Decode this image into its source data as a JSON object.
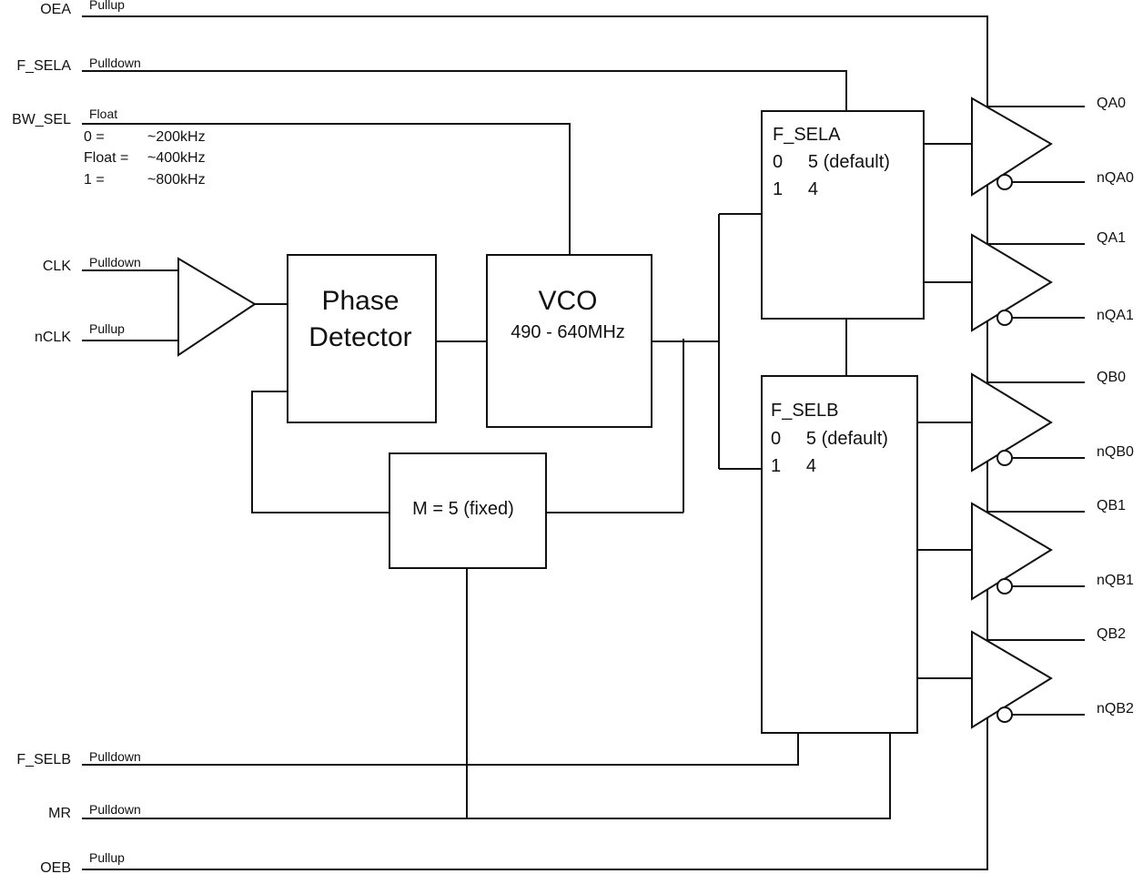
{
  "inputs": {
    "oea": {
      "name": "OEA",
      "bias": "Pullup"
    },
    "f_sela": {
      "name": "F_SELA",
      "bias": "Pulldown"
    },
    "bw_sel": {
      "name": "BW_SEL",
      "bias": "Float"
    },
    "clk": {
      "name": "CLK",
      "bias": "Pulldown"
    },
    "nclk": {
      "name": "nCLK",
      "bias": "Pullup"
    },
    "f_selb": {
      "name": "F_SELB",
      "bias": "Pulldown"
    },
    "mr": {
      "name": "MR",
      "bias": "Pulldown"
    },
    "oeb": {
      "name": "OEB",
      "bias": "Pullup"
    }
  },
  "bw_table": [
    {
      "sel": "0 =",
      "bw": "~200kHz"
    },
    {
      "sel": "Float =",
      "bw": "~400kHz"
    },
    {
      "sel": "1 =",
      "bw": "~800kHz"
    }
  ],
  "blocks": {
    "phase_detector": {
      "line1": "Phase",
      "line2": "Detector"
    },
    "vco": {
      "name": "VCO",
      "range": "490 - 640MHz"
    },
    "divider": {
      "label": "M = 5 (fixed)"
    },
    "f_sela_block": {
      "title": "F_SELA",
      "row1": "0     5 (default)",
      "row2": "1     4"
    },
    "f_selb_block": {
      "title": "F_SELB",
      "row1": "0     5 (default)",
      "row2": "1     4"
    }
  },
  "outputs": {
    "qa0": "QA0",
    "nqa0": "nQA0",
    "qa1": "QA1",
    "nqa1": "nQA1",
    "qb0": "QB0",
    "nqb0": "nQB0",
    "qb1": "QB1",
    "nqb1": "nQB1",
    "qb2": "QB2",
    "nqb2": "nQB2"
  }
}
